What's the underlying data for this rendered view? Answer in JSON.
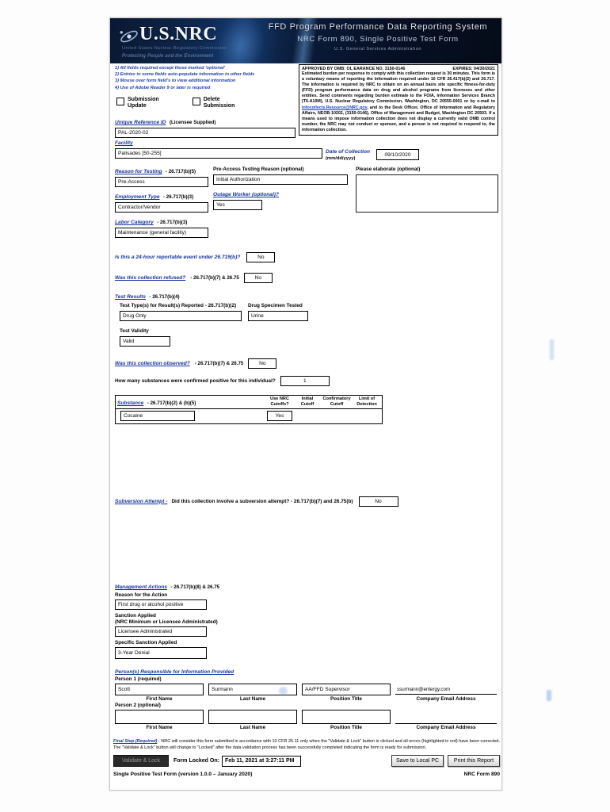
{
  "banner": {
    "logo_text": "U.S.NRC",
    "logo_sub1": "United States Nuclear Regulatory Commission",
    "logo_sub2": "Protecting People and the Environment",
    "title": "FFD Program Performance Data Reporting System",
    "subtitle": "NRC Form 890, Single Positive Test Form",
    "version_note": "U.S. General Services Administration"
  },
  "instructions": [
    "1) All fields required except those marked 'optional'",
    "2) Entries in some fields auto-populate information in other fields",
    "3) Mouse over form field's to view additional information",
    "4) Use of Adobe Reader 9 or later is required"
  ],
  "omb": {
    "approved": "APPROVED BY OMB: OL EARANCE NO. 3150-0146",
    "expires": "EXPIRES: 04/30/2021",
    "body": "Estimated burden per response to comply with this collection request is 30 minutes. This form is a voluntary means of reporting the information required under 10 CFR 26.417(b)(2) and 26.717. The information is required by NRC to obtain on an annual basis site specific fitness-for-duty (FFD) program performance data on drug and alcohol programs from licensees and other entities. Send comments regarding burden estimate to the FOIA, Information Services Branch (T6-A10M), U.S. Nuclear Regulatory Commission, Washington, DC 20555-0001 or by e-mail to ",
    "email_link": "Infocollects.Resource@NRC.gov",
    "body2": ", and to the Desk Officer, Office of Information and Regulatory Affairs, NEOB-10202, (3150-0146), Office of Management and Budget, Washington DC 20503. If a means used to impose information collection does not display a currently valid OMB control number, the NRC may not conduct or sponsor, and a person is not required to respond to, the information collection."
  },
  "checkboxes": [
    {
      "label_l1": "Submission",
      "label_l2": "Update",
      "checked": false
    },
    {
      "label_l1": "Delete",
      "label_l2": "Submission",
      "checked": false
    }
  ],
  "fields": {
    "unique_reference_id": {
      "label": "Unique Reference ID",
      "label_suffix": "(Licensee Supplied)",
      "value": "PAL-2020-02"
    },
    "facility": {
      "label": "Facility",
      "value": "Palisades [50-255]"
    },
    "reason_for_testing": {
      "label": "Reason for Testing",
      "cite": "- 26.717(b)(5)",
      "value": "Pre-Access"
    },
    "pre_access_testing_reason": {
      "label": "Pre-Access Testing Reason (optional)",
      "value": "Initial Authorization"
    },
    "date_of_collection": {
      "label": "Date of Collection",
      "label2": "(mm/dd/yyyy)",
      "value": "09/10/2020"
    },
    "please_elaborate": {
      "label": "Please elaborate (optional)",
      "value": ""
    },
    "employment_type": {
      "label": "Employment Type",
      "cite": "- 26.717(b)(3)",
      "value": "Contractor/Vendor"
    },
    "outage_worker": {
      "label": "Outage Worker (optional)?",
      "value": "Yes"
    },
    "labor_category": {
      "label": "Labor Category",
      "cite": "- 26.717(b)(3)",
      "value": "Maintenance (general facility)"
    },
    "reportable_event": {
      "label": "Is this a 24-hour reportable event under 26.719(b)?",
      "value": "No"
    },
    "collection_refused": {
      "label": "Was this collection refused?",
      "cite": "- 26.717(b)(7) & 26.75",
      "value": "No"
    },
    "test_results_header": {
      "label": "Test Results",
      "cite": "- 26.717(b)(4)"
    },
    "test_types": {
      "label": "Test Type(s) for Result(s) Reported - 26.717(b)(2)",
      "value": "Drug Only"
    },
    "drug_specimen": {
      "label": "Drug Specimen Tested",
      "value": "Urine"
    },
    "test_validity": {
      "label": "Test Validity",
      "value": "Valid"
    },
    "collection_observed": {
      "label": "Was this collection observed?",
      "cite": "- 26.717(b)(7) & 26.75",
      "value": "No"
    },
    "num_substances": {
      "label": "How many substances were confirmed positive for this individual?",
      "value": "1"
    },
    "subversion_attempt": {
      "label": "Subversion Attempt -",
      "question": "Did this collection involve a subversion attempt? - 26.717(b)(7) and 26.75(b)",
      "value": "No"
    }
  },
  "substance_table": {
    "header_label": "Substance",
    "header_cite": "- 26.717(b)(2) & (b)(5)",
    "columns": [
      "Use NRC Cutoffs?",
      "Initial Cutoff",
      "Confirmatory Cutoff",
      "Limit of Detection"
    ],
    "rows": [
      {
        "substance": "Cocaine",
        "use_nrc_cutoffs": "Yes",
        "initial_cutoff": "",
        "confirmatory_cutoff": "",
        "limit_of_detection": ""
      }
    ]
  },
  "management_actions": {
    "header": "Management Actions",
    "cite": "- 26.717(b)(8) & 26.75",
    "reason_label": "Reason for the Action",
    "reason_value": "First drug or alcohol positive",
    "sanction_label_l1": "Sanction Applied",
    "sanction_label_l2": "(NRC Minimum or Licensee Administrated)",
    "sanction_value": "Licensee Administrated",
    "specific_label": "Specific Sanction Applied",
    "specific_value": "3-Year Denial"
  },
  "persons": {
    "header": "Person(s) Responsible for Information Provided",
    "person1_label": "Person 1 (required)",
    "person2_label": "Person 2 (optional)",
    "captions": [
      "First Name",
      "Last Name",
      "Position Title",
      "Company Email Address"
    ],
    "person1": {
      "first_name": "Scott",
      "last_name": "Surmann",
      "position_title": "AA/FFD Supervisor",
      "email": "ssurmann@entergy.com"
    },
    "person2": {
      "first_name": "",
      "last_name": "",
      "position_title": "",
      "email": ""
    }
  },
  "final_step": {
    "label": "Final Step (Required)",
    "text": " - NRC will consider this form submitted in accordance with 10 CFR 26.11 only when the \"Validate & Lock\" button is clicked and all errors (highlighted in red) have been corrected. The \"Validate & Lock\" button will change to \"Locked\" after the data validation process has been successfully completed indicating the form is ready for submission.",
    "lock_button": "Validate & Lock",
    "locked_on_label": "Form Locked On:",
    "locked_on_value": "Feb 11, 2021 at 3:27:11 PM",
    "save_button": "Save to Local PC",
    "print_button": "Print this Report"
  },
  "footer": {
    "left": "Single Positive Test Form (version 1.0.0 – January 2020)",
    "right": "NRC Form 890"
  },
  "colors": {
    "label_blue": "#16349e",
    "banner_dark": "#0a1832",
    "link_blue": "#1a3fc0"
  }
}
